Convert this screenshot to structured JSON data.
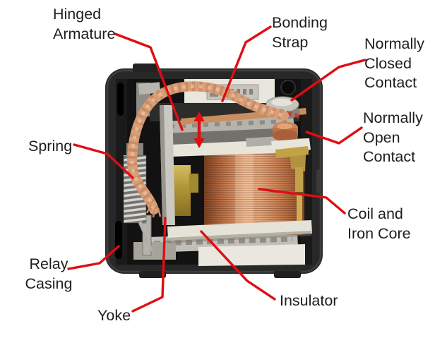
{
  "colors": {
    "background": "#ffffff",
    "accent_red": "#e00d11",
    "label_text": "#1e1e1e"
  },
  "diagram": {
    "motion_arrow_icon": "double-headed-vertical-arrow",
    "labels": [
      {
        "id": "hinged-armature",
        "lines": [
          "Hinged",
          "Armature"
        ]
      },
      {
        "id": "bonding-strap",
        "lines": [
          "Bonding",
          "Strap"
        ]
      },
      {
        "id": "normally-closed-contact",
        "lines": [
          "Normally",
          "Closed",
          "Contact"
        ]
      },
      {
        "id": "normally-open-contact",
        "lines": [
          "Normally",
          "Open",
          "Contact"
        ]
      },
      {
        "id": "spring",
        "lines": [
          "Spring"
        ]
      },
      {
        "id": "coil-and-iron-core",
        "lines": [
          "Coil and",
          "Iron Core"
        ]
      },
      {
        "id": "relay-casing",
        "lines": [
          "Relay",
          "Casing"
        ]
      },
      {
        "id": "yoke",
        "lines": [
          "Yoke"
        ]
      },
      {
        "id": "insulator",
        "lines": [
          "Insulator"
        ]
      }
    ]
  }
}
